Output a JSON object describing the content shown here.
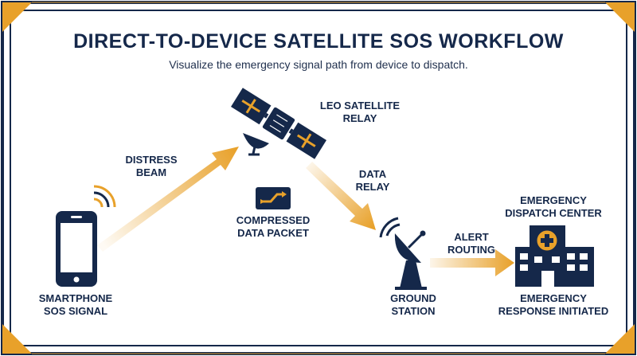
{
  "title": "DIRECT-TO-DEVICE SATELLITE SOS WORKFLOW",
  "subtitle": "Visualize the emergency signal path from device to dispatch.",
  "colors": {
    "navy": "#15284a",
    "gold": "#e8a12a",
    "white": "#ffffff"
  },
  "nodes": {
    "smartphone": {
      "line1": "SMARTPHONE",
      "line2": "SOS SIGNAL",
      "icon": "smartphone-icon"
    },
    "satellite": {
      "line1": "LEO SATELLITE",
      "line2": "RELAY",
      "icon": "satellite-icon"
    },
    "ground_station": {
      "line1": "GROUND",
      "line2": "STATION",
      "icon": "satellite-dish-icon"
    },
    "dispatch": {
      "top_line1": "EMERGENCY",
      "top_line2": "DISPATCH CENTER",
      "bottom_line1": "EMERGENCY",
      "bottom_line2": "RESPONSE INITIATED",
      "icon": "hospital-building-icon"
    }
  },
  "links": {
    "distress": {
      "line1": "DISTRESS",
      "line2": "BEAM"
    },
    "data_relay": {
      "line1": "DATA",
      "line2": "RELAY"
    },
    "alert": {
      "line1": "ALERT",
      "line2": "ROUTING"
    }
  },
  "packet": {
    "line1": "COMPRESSED",
    "line2": "DATA PACKET",
    "icon": "data-packet-icon"
  }
}
